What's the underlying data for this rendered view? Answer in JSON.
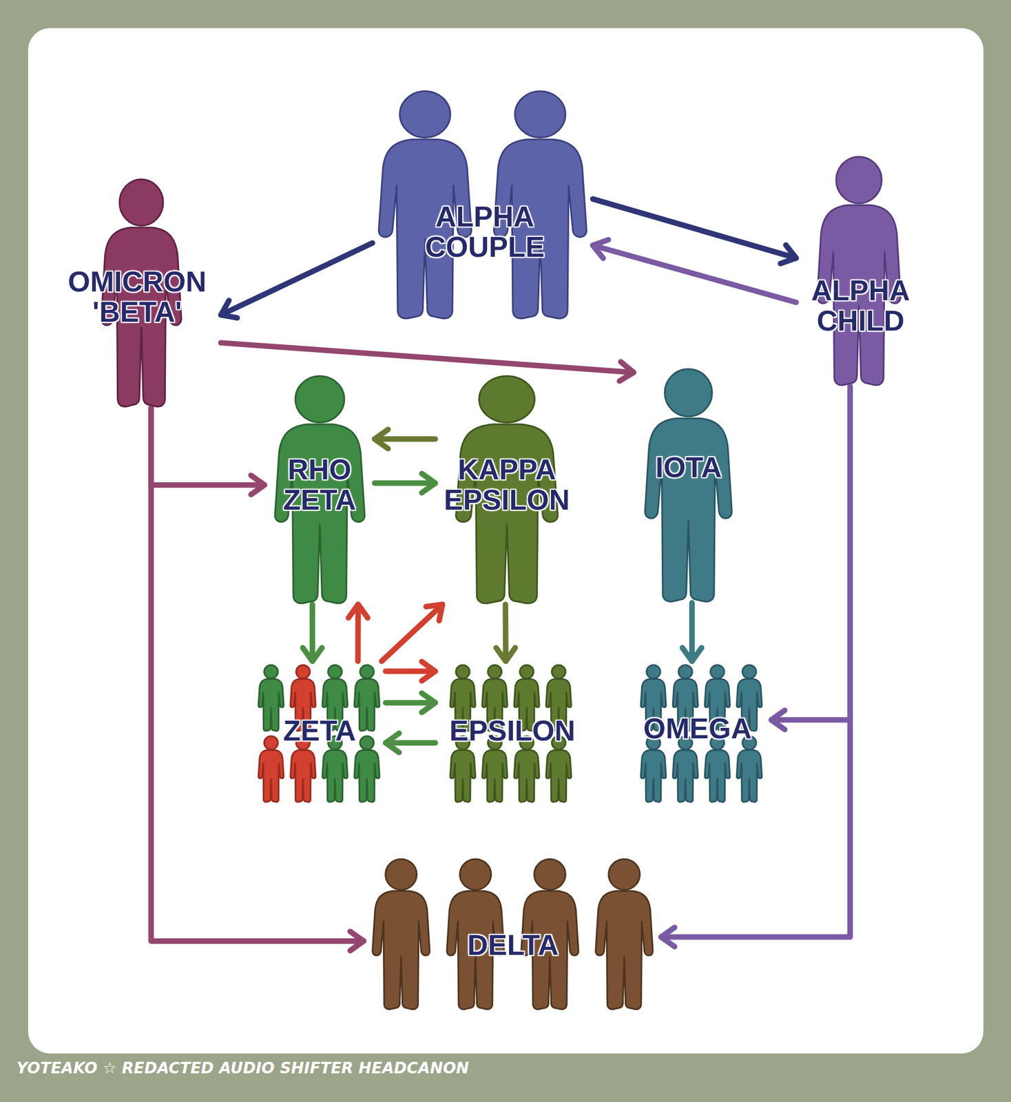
{
  "diagram": {
    "nodes": [
      {
        "text": [
          "ALPHA COUPLE"
        ]
      },
      {
        "text": [
          "OMICRON 'BETA'"
        ]
      },
      {
        "text": [
          "ALPHA CHILD"
        ]
      },
      {
        "text": [
          "RHO ZETA"
        ]
      },
      {
        "text": [
          "KAPPA EPSILON"
        ]
      },
      {
        "text": [
          "IOTA"
        ]
      },
      {
        "text": [
          "ZETA"
        ]
      },
      {
        "text": [
          "EPSILON"
        ]
      },
      {
        "text": [
          "OMEGA"
        ]
      },
      {
        "text": [
          "DELTA"
        ]
      }
    ],
    "edges": [
      {
        "from": 0,
        "to": 1,
        "arrow": "to"
      },
      {
        "from": 0,
        "to": 2,
        "arrow": "to"
      },
      {
        "from": 2,
        "to": 0,
        "arrow": "to"
      },
      {
        "from": 1,
        "to": 5,
        "arrow": "to"
      },
      {
        "from": 1,
        "to": 3,
        "arrow": "to"
      },
      {
        "from": 1,
        "to": 9,
        "arrow": "to"
      },
      {
        "from": 3,
        "to": 4,
        "arrow": "to"
      },
      {
        "from": 4,
        "to": 3,
        "arrow": "to"
      },
      {
        "from": 3,
        "to": 6,
        "arrow": "to"
      },
      {
        "from": 6,
        "to": 3,
        "arrow": "to"
      },
      {
        "from": 6,
        "to": 4,
        "arrow": "to"
      },
      {
        "from": 6,
        "to": 7,
        "arrow": "to"
      },
      {
        "from": 6,
        "to": 7,
        "arrow": "to"
      },
      {
        "from": 7,
        "to": 6,
        "arrow": "to"
      },
      {
        "from": 4,
        "to": 7,
        "arrow": "to"
      },
      {
        "from": 5,
        "to": 8,
        "arrow": "to"
      },
      {
        "from": 2,
        "to": 8,
        "arrow": "to"
      },
      {
        "from": 2,
        "to": 9,
        "arrow": "to"
      }
    ],
    "labels": [
      "YOTEAKO ☆ REDACTED AUDIO SHIFTER HEADCANON"
    ]
  }
}
